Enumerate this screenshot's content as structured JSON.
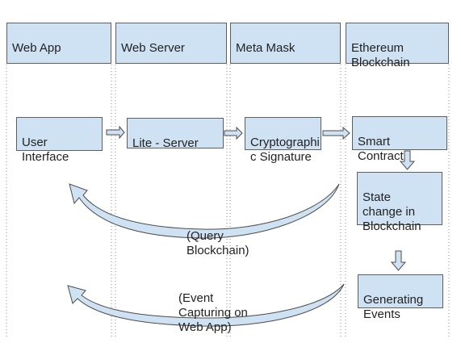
{
  "lanes": [
    {
      "label": "Web App"
    },
    {
      "label": "Web Server"
    },
    {
      "label": "Meta Mask"
    },
    {
      "label": "Ethereum\nBlockchain"
    }
  ],
  "process": {
    "user_interface": "User\nInterface",
    "lite_server": "Lite - Server",
    "cryptographic_signature": "Cryptographi\nc Signature",
    "smart_contract": "Smart\nContract",
    "state_change": "State\nchange in\nBlockchain",
    "generating_events": "Generating\nEvents"
  },
  "notes": {
    "query_blockchain": "(Query\nBlockchain)",
    "event_capturing": "(Event\nCapturing on\nWeb App)"
  },
  "colors": {
    "box_fill": "#cfe2f3",
    "box_border": "#5f5f5f",
    "lane_line": "#8a8a8a",
    "arrow_fill": "#cfe2f3",
    "arrow_stroke": "#4d4d4d"
  }
}
